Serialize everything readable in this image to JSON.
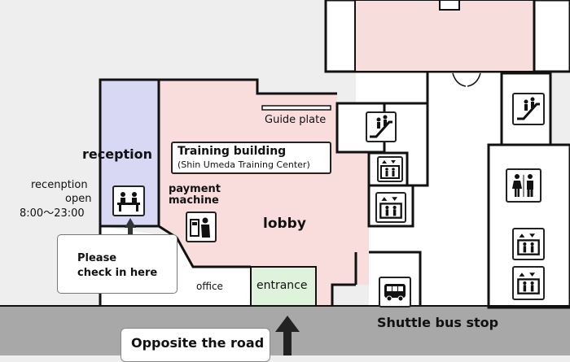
{
  "map": {
    "areas": {
      "reception": "reception",
      "lobby": "lobby",
      "office": "office",
      "entrance": "entrance",
      "guide_plate": "Guide plate",
      "shuttle_bus_stop": "Shuttle bus stop",
      "payment_machine": "payment\nmachine"
    },
    "building_sign": {
      "title": "Training building",
      "subtitle": "(Shin Umeda Training Center)"
    },
    "reception_hours": {
      "line1": "recenption",
      "line2": "open",
      "line3": "8:00～23:00"
    },
    "callout_text": "Please\ncheck in here",
    "opposite_road": "Opposite the road",
    "colors": {
      "background": "#eeeeee",
      "reception_area": "#d8d8f5",
      "lobby_area": "#f9dddd",
      "entrance_area": "#dff3dc",
      "upper_building": "#f8dddd",
      "road": "#a8a8a8",
      "walls": "#111111"
    },
    "icons": [
      "elevator-icon",
      "escalator-icon",
      "restroom-icon",
      "reception-desk-icon",
      "payment-machine-icon",
      "bus-icon",
      "arrow-up-icon"
    ]
  }
}
